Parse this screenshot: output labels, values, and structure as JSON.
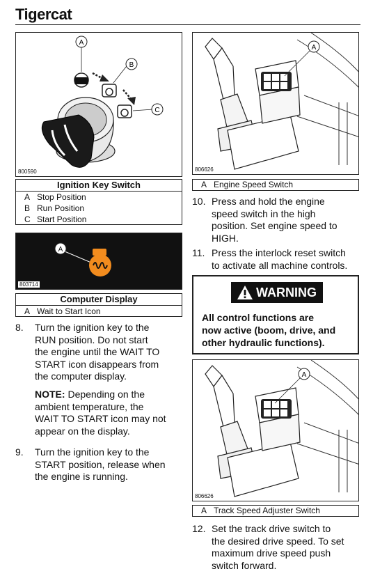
{
  "header": {
    "brand": "Tigercat"
  },
  "figures": {
    "ignition": {
      "number": "800590",
      "callouts": {
        "a": "A",
        "b": "B",
        "c": "C"
      },
      "caption": {
        "title": "Ignition Key Switch",
        "rows": [
          {
            "key": "A",
            "label": "Stop Position"
          },
          {
            "key": "B",
            "label": "Run Position"
          },
          {
            "key": "C",
            "label": "Start Position"
          }
        ]
      }
    },
    "display": {
      "number": "803714",
      "callout": "A",
      "caption": {
        "title": "Computer Display",
        "rows": [
          {
            "key": "A",
            "label": "Wait to Start Icon"
          }
        ]
      }
    },
    "engine_speed": {
      "number": "806626",
      "callout": "A",
      "caption": {
        "key": "A",
        "label": "Engine Speed Switch"
      }
    },
    "track_speed": {
      "number": "806626",
      "callout": "A",
      "caption": {
        "key": "A",
        "label": "Track Speed Adjuster Switch"
      }
    }
  },
  "steps": {
    "s8": {
      "num": "8.",
      "lines": [
        "Turn the ignition key to the",
        "RUN position. Do not start",
        "the engine until the WAIT TO",
        "START icon disappears from",
        "the computer display."
      ]
    },
    "note": {
      "label": "NOTE:",
      "lines": [
        " Depending on the",
        "ambient temperature, the",
        "WAIT TO START icon may not",
        "appear on the display."
      ]
    },
    "s9": {
      "num": "9.",
      "lines": [
        "Turn the ignition key to the",
        "START position, release when",
        "the engine is running."
      ]
    },
    "s10": {
      "num": "10.",
      "lines": [
        "Press and hold the engine",
        "speed switch in the high",
        "position. Set engine speed to",
        "HIGH."
      ]
    },
    "s11": {
      "num": "11.",
      "lines": [
        "Press the interlock reset switch",
        "to activate all machine controls."
      ]
    },
    "s12": {
      "num": "12.",
      "lines": [
        "Set the track drive switch to",
        "the desired drive speed. To set",
        "maximum drive speed push",
        "switch forward."
      ]
    }
  },
  "warning": {
    "badge": "WARNING",
    "lines": [
      "All control functions are",
      "now active (boom, drive, and",
      "other hydraulic functions)."
    ]
  }
}
